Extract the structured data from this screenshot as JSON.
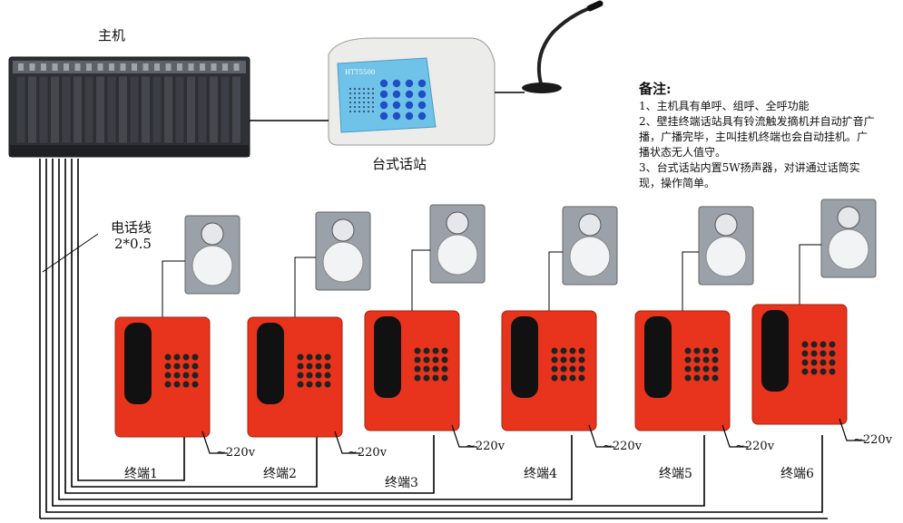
{
  "host": {
    "label": "主机"
  },
  "desk_station": {
    "label": "台式话站",
    "model": "HTT5500"
  },
  "cable": {
    "label": "电话线",
    "spec": "2*0.5"
  },
  "notes": {
    "title": "备注:",
    "items": [
      "1、主机具有单呼、组呼、全呼功能",
      "2、壁挂终端话站具有铃流触发摘机并自动扩音广播，广播完毕，主叫挂机终端也会自动挂机。广播状态无人值守。",
      "3、台式话站内置5W扬声器，对讲通过话筒实现，操作简单。"
    ]
  },
  "terminals": [
    {
      "label": "终端1",
      "power": "~220v"
    },
    {
      "label": "终端2",
      "power": "~220v"
    },
    {
      "label": "终端3",
      "power": "~220v"
    },
    {
      "label": "终端4",
      "power": "~220v"
    },
    {
      "label": "终端5",
      "power": "~220v"
    },
    {
      "label": "终端6",
      "power": "~220v"
    }
  ],
  "colors": {
    "phone": "#e8341c",
    "speaker": "#9aa1a8",
    "host": "#3a3d42",
    "line": "#000000"
  }
}
